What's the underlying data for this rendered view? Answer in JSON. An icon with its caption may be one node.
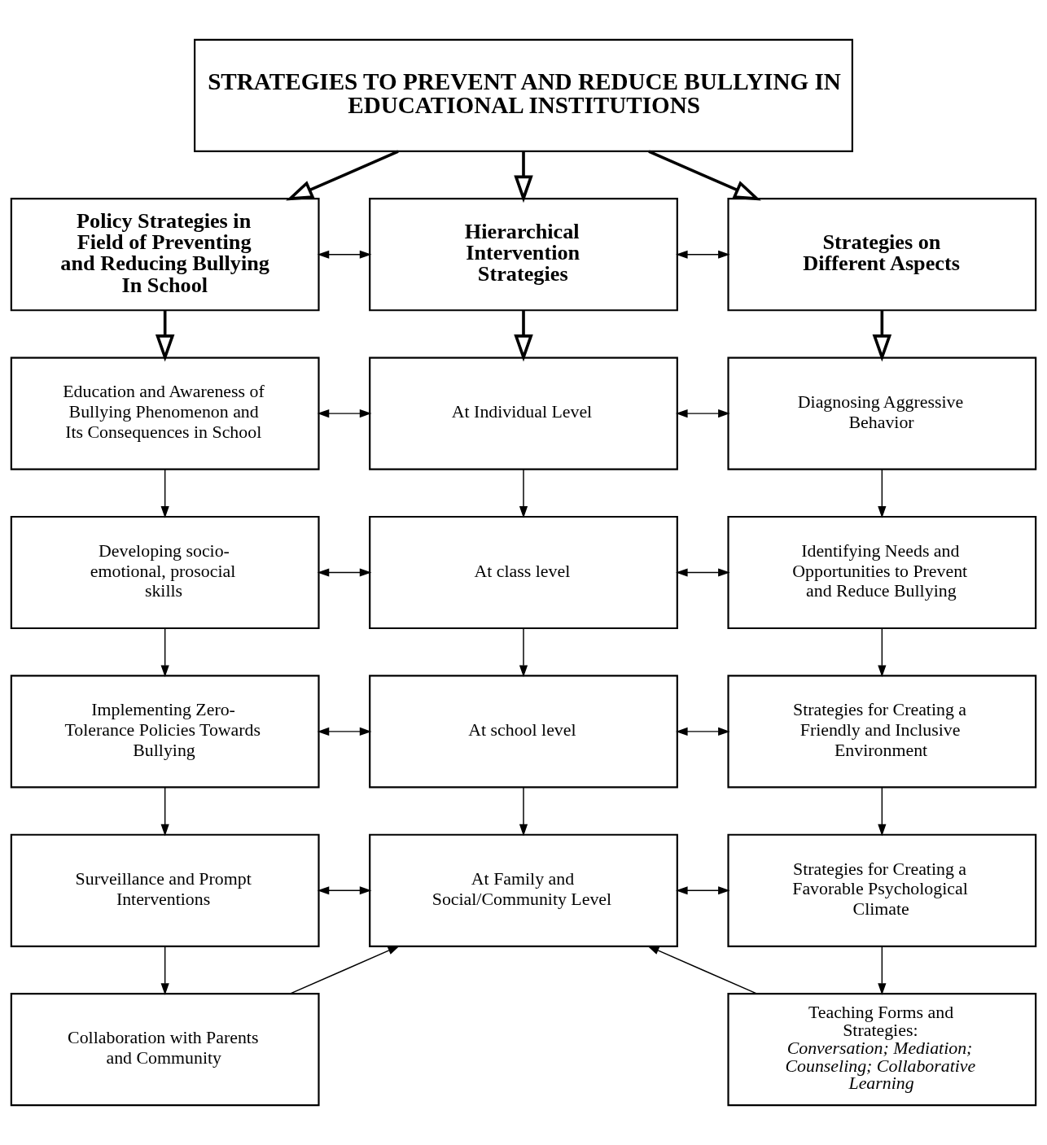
{
  "diagram": {
    "nodes": [
      {
        "text": [
          "STRATEGIES TO PREVENT AND REDUCE BULLYING IN EDUCATIONAL INSTITUTIONS"
        ]
      },
      {
        "text": [
          "Policy Strategies in Field of Preventing and Reducing Bullying In School"
        ]
      },
      {
        "text": [
          "Hierarchical Intervention Strategies"
        ]
      },
      {
        "text": [
          "Strategies on Different Aspects"
        ]
      },
      {
        "text": [
          "Education and Awareness of Bullying Phenomenon and Its Consequences in School"
        ]
      },
      {
        "text": [
          "At Individual Level"
        ]
      },
      {
        "text": [
          "Diagnosing Aggressive Behavior"
        ]
      },
      {
        "text": [
          "Developing socio-emotional, prosocial skills"
        ]
      },
      {
        "text": [
          "At class level"
        ]
      },
      {
        "text": [
          "Identifying Needs and Opportunities to Prevent and Reduce Bullying"
        ]
      },
      {
        "text": [
          "Implementing Zero-Tolerance Policies Towards Bullying"
        ]
      },
      {
        "text": [
          "At school level"
        ]
      },
      {
        "text": [
          "Strategies for Creating a Friendly and Inclusive Environment"
        ]
      },
      {
        "text": [
          "Surveillance and Prompt Interventions"
        ]
      },
      {
        "text": [
          "At Family and Social/Community Level"
        ]
      },
      {
        "text": [
          "Strategies for Creating a Favorable Psychological Climate"
        ]
      },
      {
        "text": [
          "Collaboration with Parents and Community"
        ]
      },
      {
        "text": [
          "Teaching Forms and Strategies:",
          "Conversation; Mediation; Counseling; Collaborative Learning"
        ]
      }
    ],
    "edges": [
      {
        "from": 0,
        "to": 1,
        "arrow": "to",
        "style": "thick"
      },
      {
        "from": 0,
        "to": 2,
        "arrow": "to",
        "style": "thick"
      },
      {
        "from": 0,
        "to": 3,
        "arrow": "to",
        "style": "thick"
      },
      {
        "from": 1,
        "to": 2,
        "arrow": "both"
      },
      {
        "from": 2,
        "to": 3,
        "arrow": "both"
      },
      {
        "from": 1,
        "to": 4,
        "arrow": "to",
        "style": "thick"
      },
      {
        "from": 2,
        "to": 5,
        "arrow": "to",
        "style": "thick"
      },
      {
        "from": 3,
        "to": 6,
        "arrow": "to",
        "style": "thick"
      },
      {
        "from": 4,
        "to": 5,
        "arrow": "both"
      },
      {
        "from": 5,
        "to": 6,
        "arrow": "both"
      },
      {
        "from": 4,
        "to": 7,
        "arrow": "to"
      },
      {
        "from": 5,
        "to": 8,
        "arrow": "to"
      },
      {
        "from": 6,
        "to": 9,
        "arrow": "to"
      },
      {
        "from": 7,
        "to": 8,
        "arrow": "both"
      },
      {
        "from": 8,
        "to": 9,
        "arrow": "both"
      },
      {
        "from": 7,
        "to": 10,
        "arrow": "to"
      },
      {
        "from": 8,
        "to": 11,
        "arrow": "to"
      },
      {
        "from": 9,
        "to": 12,
        "arrow": "to"
      },
      {
        "from": 10,
        "to": 11,
        "arrow": "both"
      },
      {
        "from": 11,
        "to": 12,
        "arrow": "both"
      },
      {
        "from": 10,
        "to": 13,
        "arrow": "to"
      },
      {
        "from": 11,
        "to": 14,
        "arrow": "to"
      },
      {
        "from": 12,
        "to": 15,
        "arrow": "to"
      },
      {
        "from": 13,
        "to": 14,
        "arrow": "both"
      },
      {
        "from": 14,
        "to": 15,
        "arrow": "both"
      },
      {
        "from": 13,
        "to": 16,
        "arrow": "to"
      },
      {
        "from": 15,
        "to": 17,
        "arrow": "to"
      },
      {
        "from": 16,
        "to": 14,
        "arrow": "to"
      },
      {
        "from": 17,
        "to": 14,
        "arrow": "to"
      }
    ]
  }
}
